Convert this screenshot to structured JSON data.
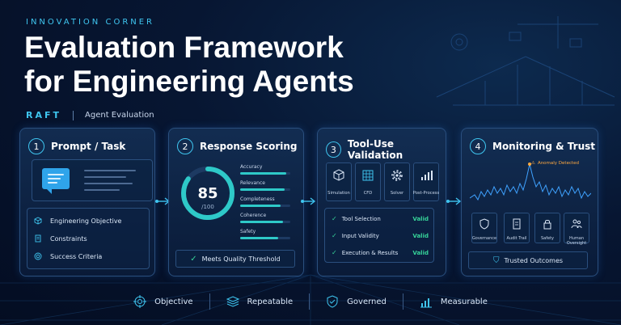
{
  "header": {
    "eyebrow": "INNOVATION CORNER",
    "title_line1": "Evaluation Framework",
    "title_line2": "for Engineering Agents",
    "brand": "RAFT",
    "brand_sub": "Agent Evaluation"
  },
  "colors": {
    "accent": "#3fc6f0",
    "valid": "#36d399",
    "anomaly": "#ffa940",
    "background": "#071632"
  },
  "cards": {
    "prompt": {
      "number": "1",
      "title": "Prompt / Task",
      "items": [
        {
          "label": "Engineering Objective",
          "icon": "cube-icon"
        },
        {
          "label": "Constraints",
          "icon": "document-icon"
        },
        {
          "label": "Success Criteria",
          "icon": "target-icon"
        }
      ]
    },
    "scoring": {
      "number": "2",
      "title": "Response Scoring",
      "score": "85",
      "score_max": "/100",
      "score_fraction": 0.85,
      "metrics": [
        {
          "label": "Accuracy",
          "level": 0.92
        },
        {
          "label": "Relevance",
          "level": 0.88
        },
        {
          "label": "Completeness",
          "level": 0.8
        },
        {
          "label": "Coherence",
          "level": 0.85
        },
        {
          "label": "Safety",
          "level": 0.75
        }
      ],
      "threshold_label": "Meets Quality Threshold"
    },
    "tools": {
      "number": "3",
      "title": "Tool-Use Validation",
      "tools": [
        {
          "label": "Simulation",
          "icon": "cube-icon"
        },
        {
          "label": "CFD",
          "icon": "grid-icon"
        },
        {
          "label": "Solver",
          "icon": "gear-icon"
        },
        {
          "label": "Post-Process",
          "icon": "bar-chart-icon"
        }
      ],
      "checks": [
        {
          "label": "Tool Selection",
          "status": "Valid"
        },
        {
          "label": "Input Validity",
          "status": "Valid"
        },
        {
          "label": "Execution & Results",
          "status": "Valid"
        }
      ]
    },
    "monitoring": {
      "number": "4",
      "title": "Monitoring & Trust",
      "anomaly_label": "Anomaly Detected",
      "items": [
        {
          "label": "Governance",
          "icon": "shield-icon"
        },
        {
          "label": "Audit Trail",
          "icon": "document-icon"
        },
        {
          "label": "Safety",
          "icon": "lock-icon"
        },
        {
          "label": "Human Oversight",
          "icon": "people-icon"
        }
      ],
      "outcome_label": "Trusted Outcomes"
    }
  },
  "footer": {
    "items": [
      {
        "label": "Objective",
        "icon": "target-icon"
      },
      {
        "label": "Repeatable",
        "icon": "layers-icon"
      },
      {
        "label": "Governed",
        "icon": "shield-check-icon"
      },
      {
        "label": "Measurable",
        "icon": "bar-chart-icon"
      }
    ]
  }
}
